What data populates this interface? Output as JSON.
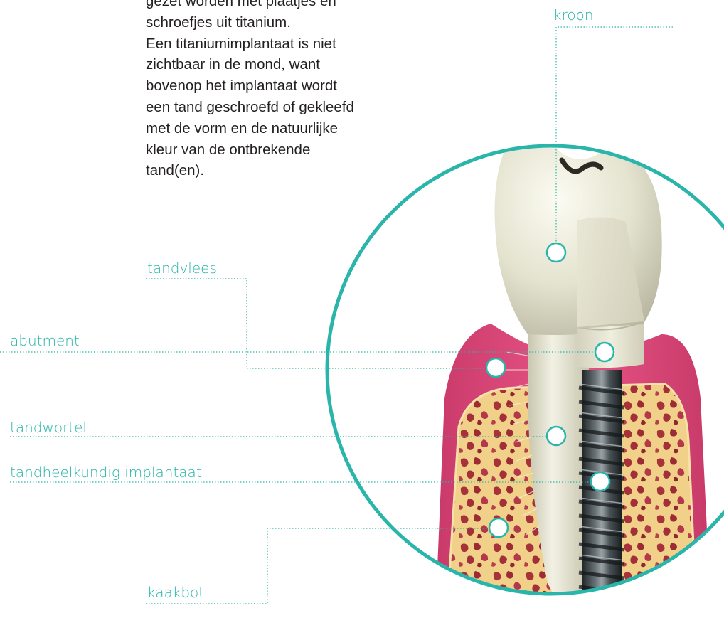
{
  "body_text": {
    "lines": [
      "gezet worden met plaatjes en",
      "schroefjes uit titanium.",
      "Een titaniumimplantaat is niet",
      "zichtbaar in de mond, want",
      "bovenop het implantaat wordt",
      "een tand geschroefd of gekleefd",
      "met de vorm en de natuurlijke",
      "kleur van de ontbrekende",
      "tand(en)."
    ]
  },
  "labels": {
    "kroon": "kroon",
    "tandvlees": "tandvlees",
    "abutment": "abutment",
    "tandwortel": "tandwortel",
    "implantaat": "tandheelkundig implantaat",
    "kaakbot": "kaakbot"
  },
  "colors": {
    "accent_teal": "#2ab5aa",
    "gum_pink": "#e0457a",
    "bone_yellow": "#f1d18a",
    "marrow_red": "#a8323a",
    "tooth_ivory": "#e9e8d6",
    "implant_steel": "#3c4346",
    "text_dark": "#231f20"
  }
}
